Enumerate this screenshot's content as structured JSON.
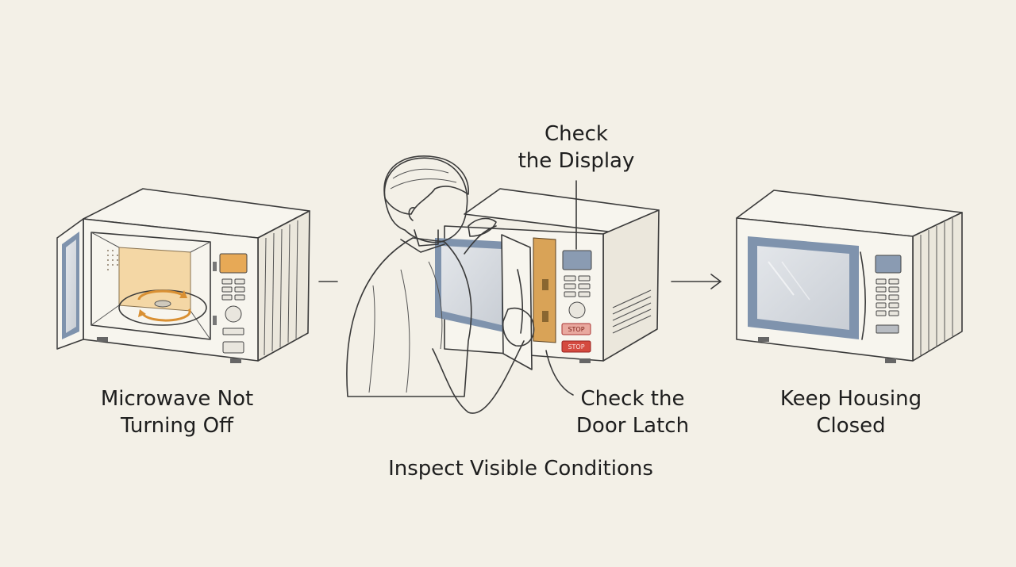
{
  "labels": {
    "left_line1": "Microwave Not",
    "left_line2": "Turning Off",
    "display_line1": "Check",
    "display_line2": "the Display",
    "latch_line1": "Check the",
    "latch_line2": "Door Latch",
    "center_caption": "Inspect Visible Conditions",
    "right_line1": "Keep Housing",
    "right_line2": "Closed"
  },
  "buttons": {
    "stop_top": "STOP",
    "stop_bottom": "STOP"
  },
  "colors": {
    "background": "#f3f0e7",
    "display_blue": "#8a9bb2",
    "orange_panel": "#e7a956",
    "interior_glow": "#f2c98a",
    "stop_red": "#d44a3f"
  }
}
